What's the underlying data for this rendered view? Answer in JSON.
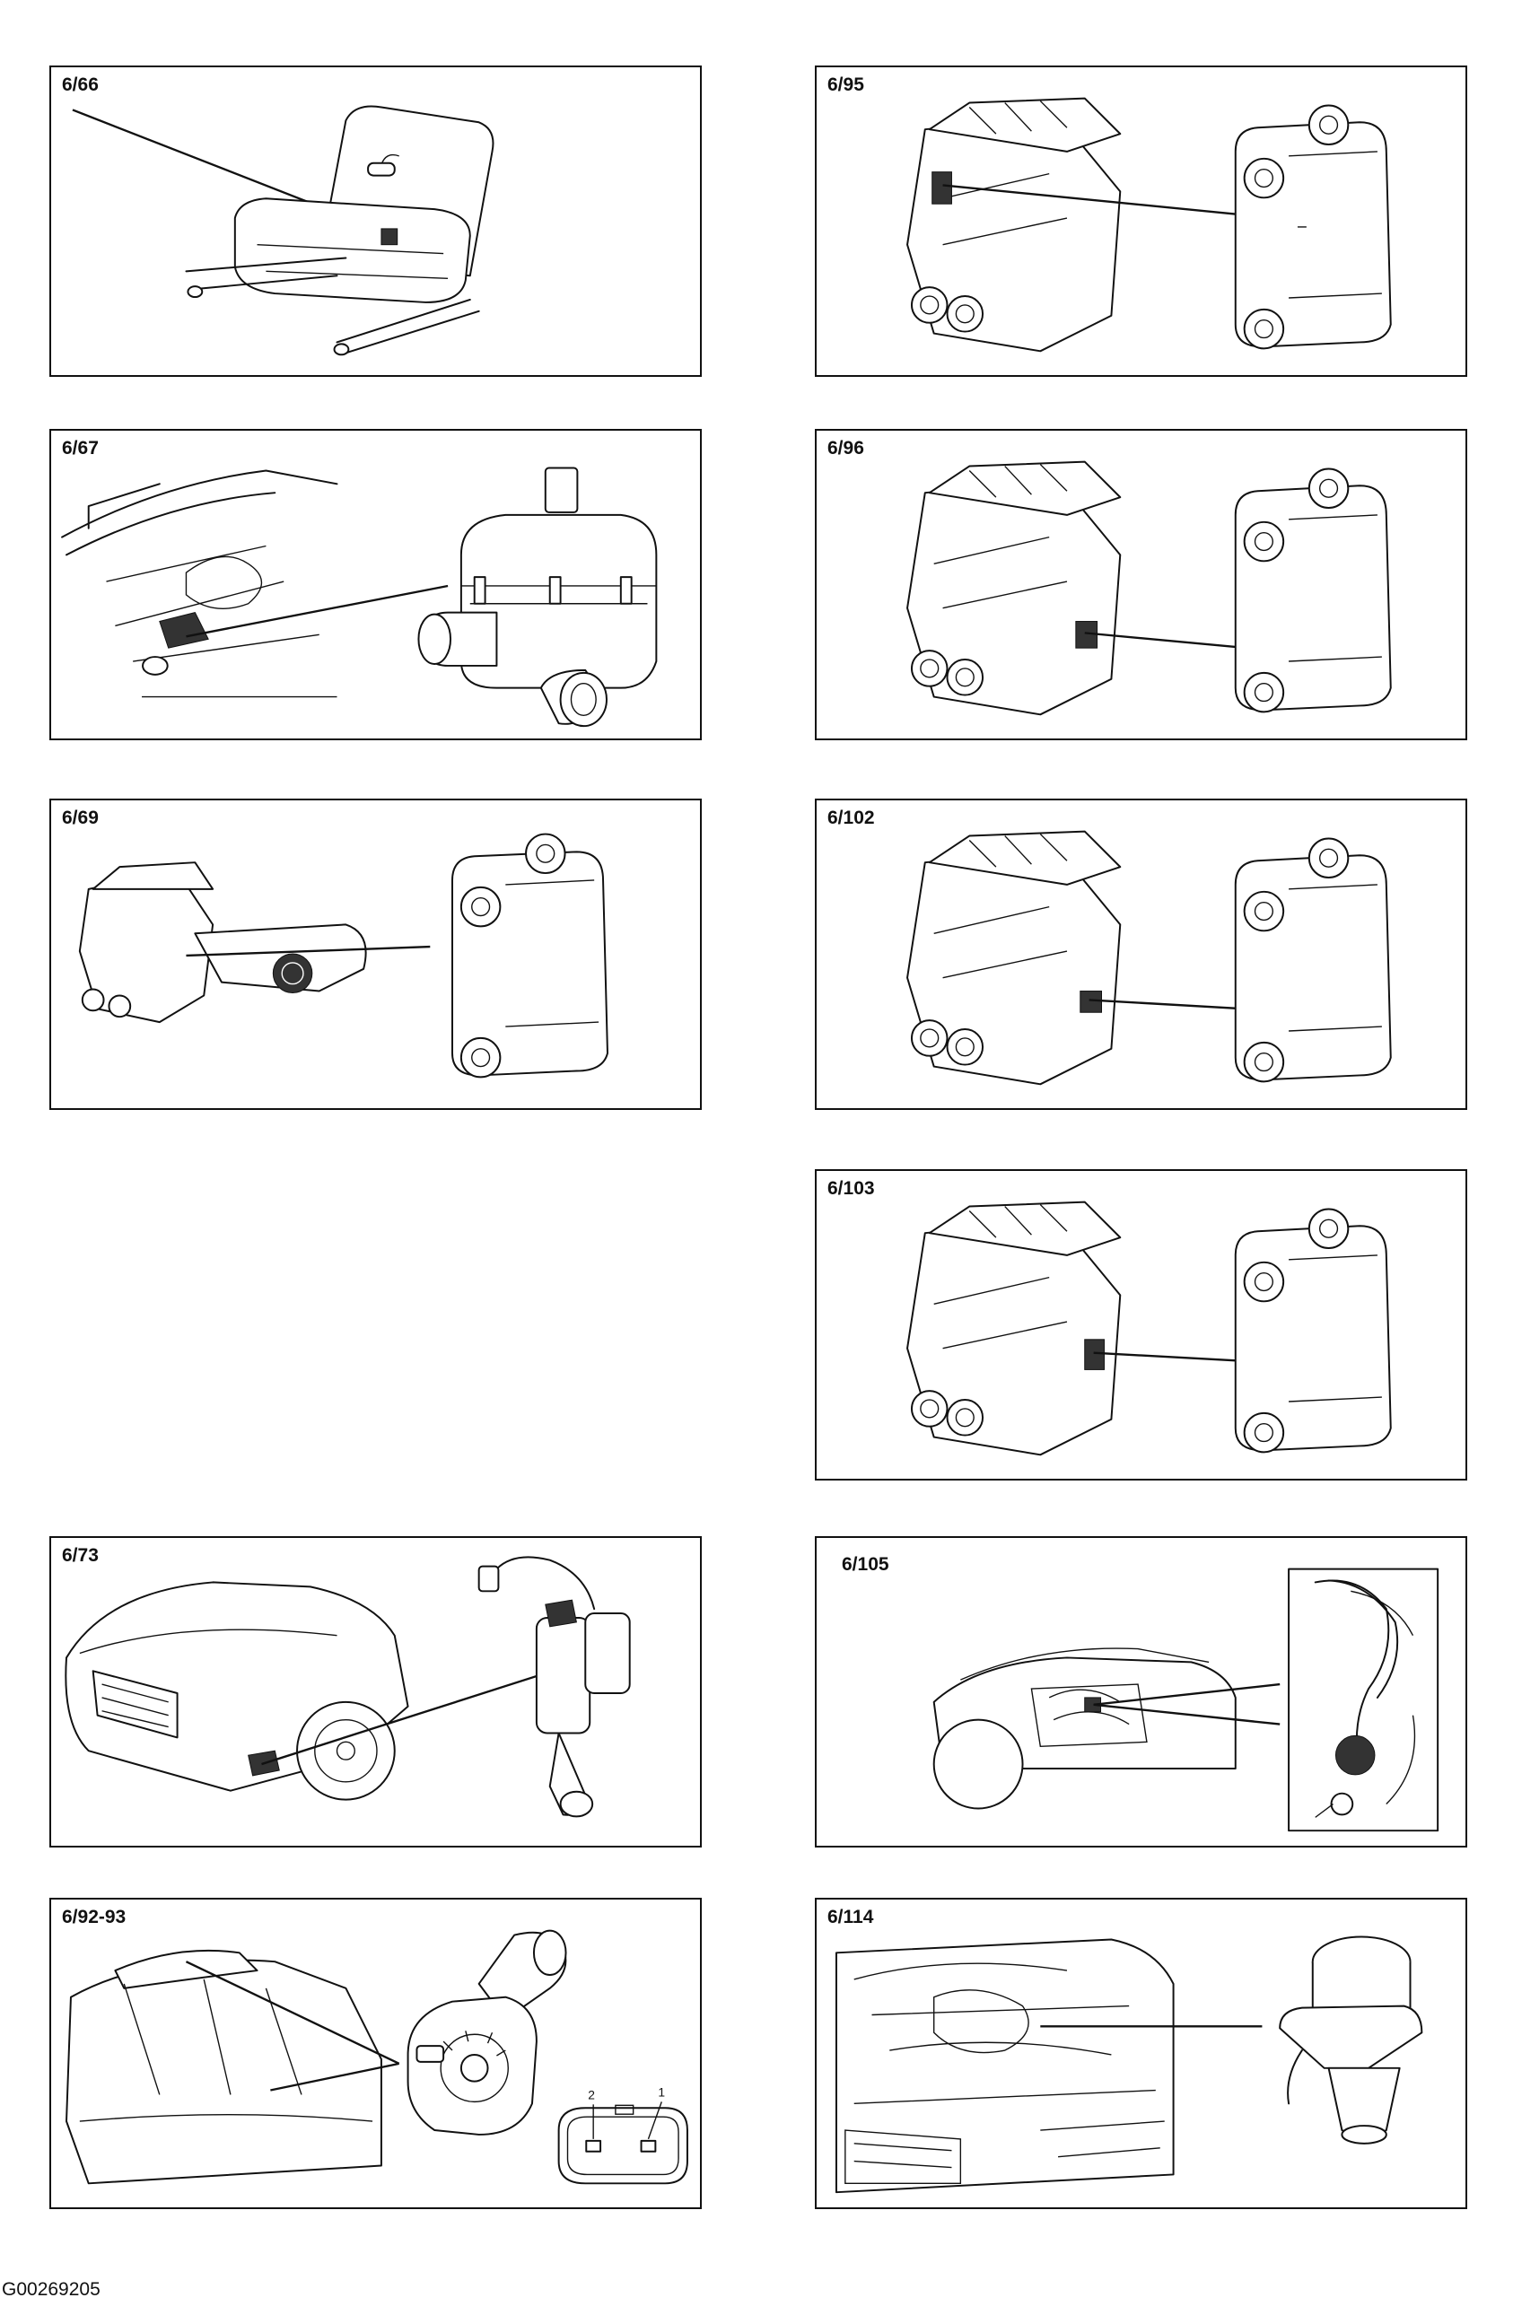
{
  "panels": {
    "p66": {
      "label": "6/66"
    },
    "p95": {
      "label": "6/95"
    },
    "p67": {
      "label": "6/67"
    },
    "p96": {
      "label": "6/96"
    },
    "p69": {
      "label": "6/69"
    },
    "p102": {
      "label": "6/102"
    },
    "p103": {
      "label": "6/103"
    },
    "p73": {
      "label": "6/73"
    },
    "p105": {
      "label": "6/105"
    },
    "p9293": {
      "label": "6/92-93",
      "pin_2": "2",
      "pin_1": "1"
    },
    "p114": {
      "label": "6/114"
    }
  },
  "footer": {
    "code": "G00269205"
  }
}
